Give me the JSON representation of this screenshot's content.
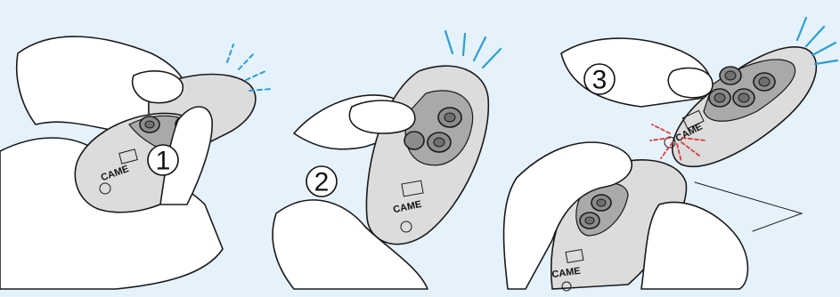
{
  "steps": [
    {
      "number": "1",
      "brand": "CAME"
    },
    {
      "number": "2",
      "brand": "CAME"
    },
    {
      "number": "3",
      "brand": "CAME"
    }
  ],
  "extra_brand": "CAME",
  "colors": {
    "background": "#e6f2fb",
    "signal_waves": "#2a9fd6",
    "transfer_rays": "#e23b3b",
    "remote_body": "#dcdcdc",
    "button_panel": "#a9a9a9"
  }
}
